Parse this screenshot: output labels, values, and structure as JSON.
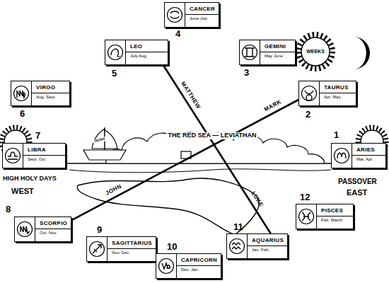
{
  "diagram": {
    "nodes": [
      {
        "text": [
          "ARIES",
          "Mar. Apr."
        ]
      },
      {
        "text": [
          "TAURUS",
          "Apr. May"
        ]
      },
      {
        "text": [
          "GEMINI",
          "May June"
        ]
      },
      {
        "text": [
          "CANCER",
          "June July"
        ]
      },
      {
        "text": [
          "LEO",
          "July Aug."
        ]
      },
      {
        "text": [
          "VIRGO",
          "Aug. Sept."
        ]
      },
      {
        "text": [
          "LIBRA",
          "Sept. Oct."
        ]
      },
      {
        "text": [
          "SCORPIO",
          "Oct. Nov."
        ]
      },
      {
        "text": [
          "SAGITTARIUS",
          "Nov. Dec."
        ]
      },
      {
        "text": [
          "CAPRICORN",
          "Dec. Jan."
        ]
      },
      {
        "text": [
          "AQUARIUS",
          "Jan. Feb."
        ]
      },
      {
        "text": [
          "PISCES",
          "Feb. March"
        ]
      }
    ],
    "edges": [
      {
        "from": 4,
        "to": 10,
        "label": "MATTHEW",
        "arrow": "none"
      },
      {
        "from": 1,
        "to": 7,
        "label": "MARK",
        "arrow": "none"
      }
    ],
    "labels": [
      "1",
      "2",
      "3",
      "4",
      "5",
      "6",
      "7",
      "8",
      "9",
      "10",
      "11",
      "12",
      "WEEKS",
      "THE RED SEA — LEVIATHAN",
      "HIGH HOLY DAYS",
      "WEST",
      "PASSOVER",
      "EAST",
      "LUKE",
      "JOHN",
      "NOAH"
    ]
  }
}
